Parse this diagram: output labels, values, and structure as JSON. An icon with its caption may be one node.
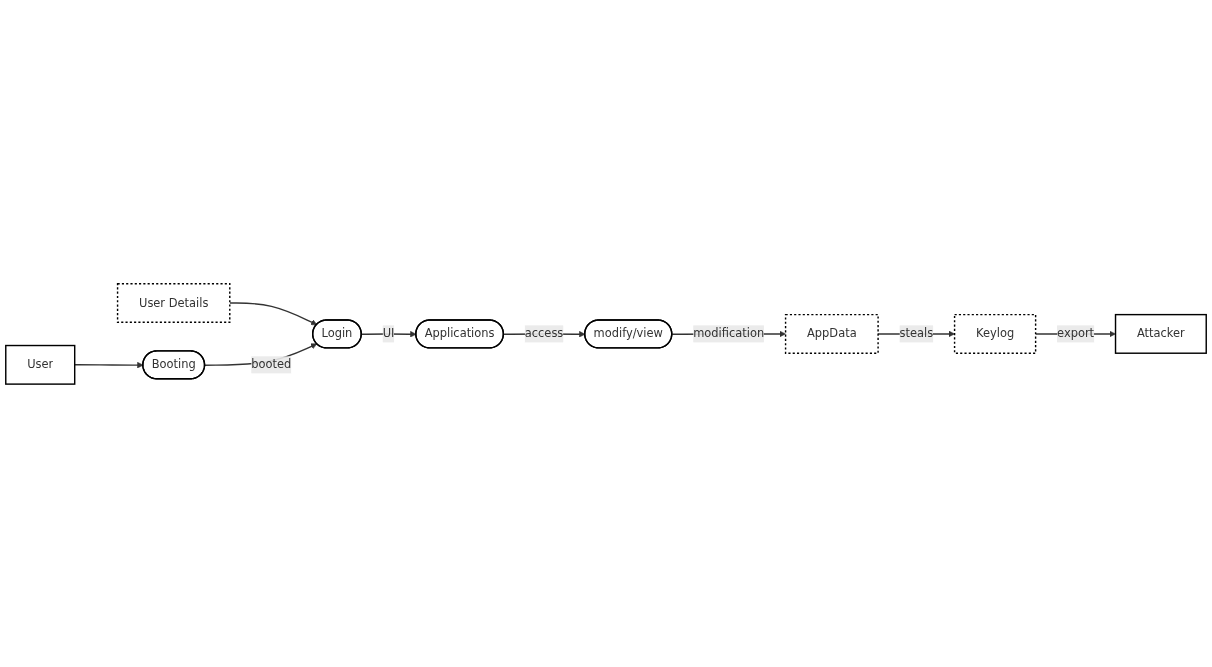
{
  "diagram": {
    "nodes": [
      {
        "text": [
          "User Details"
        ]
      },
      {
        "text": [
          "User"
        ]
      },
      {
        "text": [
          "Booting"
        ]
      },
      {
        "text": [
          "Login"
        ]
      },
      {
        "text": [
          "Applications"
        ]
      },
      {
        "text": [
          "modify/view"
        ]
      },
      {
        "text": [
          "Attacker"
        ]
      },
      {
        "text": [
          "AppData"
        ]
      },
      {
        "text": [
          "Keylog"
        ]
      }
    ],
    "edges": [
      {
        "from": 0,
        "to": 3,
        "arrow": "to"
      },
      {
        "from": 1,
        "to": 2,
        "arrow": "to"
      },
      {
        "from": 2,
        "to": 3,
        "arrow": "to",
        "label": "booted"
      },
      {
        "from": 3,
        "to": 4,
        "arrow": "to",
        "label": "UI"
      },
      {
        "from": 4,
        "to": 5,
        "arrow": "to",
        "label": "access"
      },
      {
        "from": 5,
        "to": 7,
        "arrow": "to",
        "label": "modification"
      },
      {
        "from": 7,
        "to": 8,
        "arrow": "to",
        "label": "steals"
      },
      {
        "from": 8,
        "to": 6,
        "arrow": "to",
        "label": "export"
      }
    ]
  }
}
